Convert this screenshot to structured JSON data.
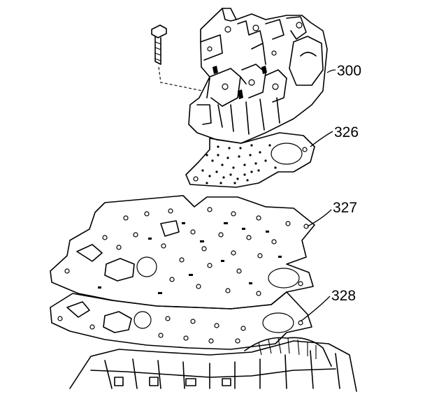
{
  "callouts": [
    {
      "id": "valve-body",
      "label": "300"
    },
    {
      "id": "filter-screen-gasket",
      "label": "326"
    },
    {
      "id": "spacer-plate-gasket-upper",
      "label": "327"
    },
    {
      "id": "spacer-plate-gasket-lower",
      "label": "328"
    }
  ]
}
